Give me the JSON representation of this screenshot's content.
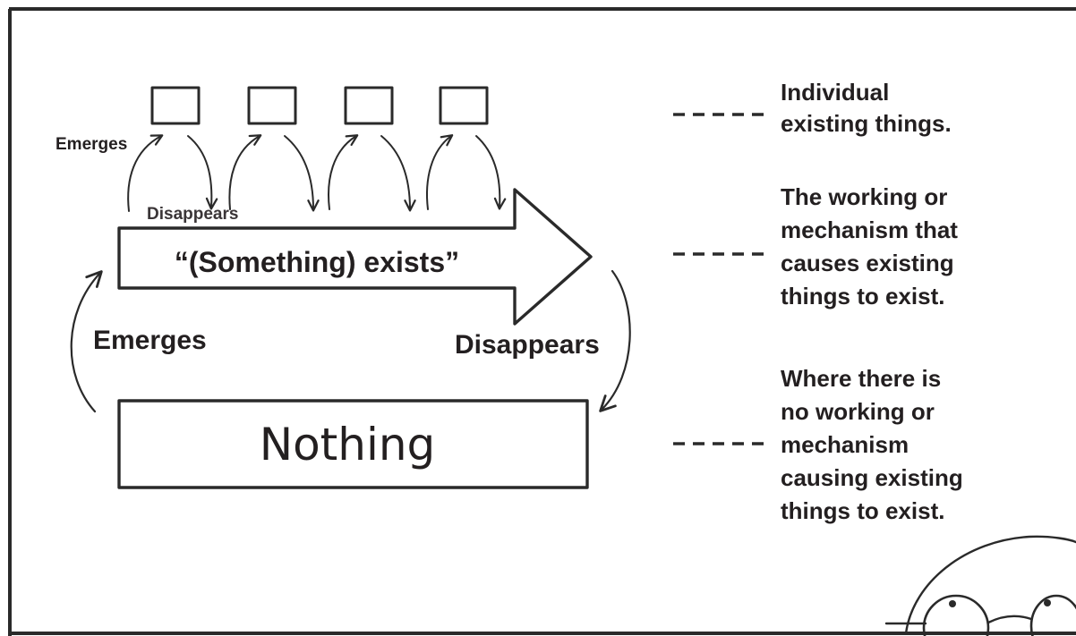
{
  "diagram": {
    "small_labels": {
      "emerges": "Emerges",
      "disappears": "Disappears"
    },
    "arrow_label": "“(Something) exists”",
    "cycle_labels": {
      "emerges": "Emerges",
      "disappears": "Disappears"
    },
    "nothing_label": "Nothing"
  },
  "legend": [
    {
      "lines": [
        "Individual",
        "existing things."
      ]
    },
    {
      "lines": [
        "The working or",
        "mechanism that",
        "causes existing",
        "things to exist."
      ]
    },
    {
      "lines": [
        "Where there is",
        "no working or",
        "mechanism",
        "causing existing",
        "things to exist."
      ]
    }
  ]
}
